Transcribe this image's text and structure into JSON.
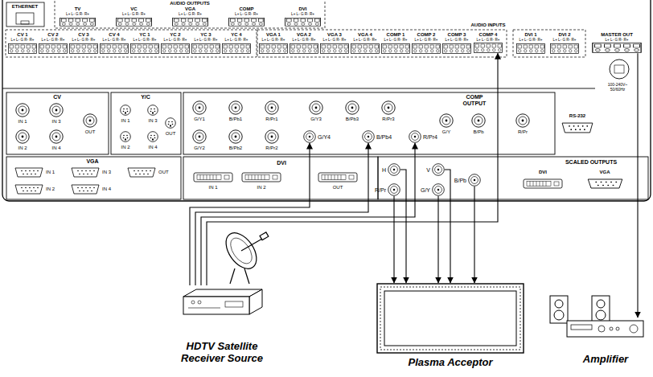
{
  "diagram": {
    "nodes": [
      {
        "text": [
          "COMP 4",
          "L+ L- G R- R+"
        ]
      },
      {
        "text": [
          "MASTER OUT",
          "L+ L- G R- R+"
        ]
      },
      {
        "text": [
          "G/Y4"
        ]
      },
      {
        "text": [
          "B/Pb4"
        ]
      },
      {
        "text": [
          "R/Pr4"
        ]
      },
      {
        "text": [
          "H"
        ]
      },
      {
        "text": [
          "V"
        ]
      },
      {
        "text": [
          "R/Pr"
        ]
      },
      {
        "text": [
          "G/Y"
        ]
      },
      {
        "text": [
          "B/Pb"
        ]
      },
      {
        "text": [
          "HDTV Satellite Receiver Source"
        ]
      },
      {
        "text": [
          "Plasma Acceptor"
        ]
      },
      {
        "text": [
          "Amplifier"
        ]
      }
    ],
    "edges": [
      {
        "from": 10,
        "to": 2,
        "arrow": "to"
      },
      {
        "from": 10,
        "to": 3,
        "arrow": "to"
      },
      {
        "from": 10,
        "to": 4,
        "arrow": "to"
      },
      {
        "from": 10,
        "to": 0,
        "arrow": "to"
      },
      {
        "from": 5,
        "to": 11,
        "arrow": "to"
      },
      {
        "from": 6,
        "to": 11,
        "arrow": "to"
      },
      {
        "from": 7,
        "to": 11,
        "arrow": "to"
      },
      {
        "from": 8,
        "to": 11,
        "arrow": "to"
      },
      {
        "from": 9,
        "to": 11,
        "arrow": "to"
      },
      {
        "from": 1,
        "to": 12,
        "arrow": "to"
      }
    ],
    "labels": [
      "ETHERNET",
      "AUDIO OUTPUTS",
      "TV",
      "L+ L- G R- R+",
      "VC",
      "L+ L- G R- R+",
      "VGA",
      "L+ L- G R- R+",
      "COMP",
      "L+ L- G R- R+",
      "DVI",
      "L+ L- G R- R+",
      "AUDIO INPUTS",
      "CV 1",
      "L+ L- G R- R+",
      "CV 2",
      "L+ L- G R- R+",
      "CV 3",
      "L+ L- G R- R+",
      "CV 4",
      "L+ L- G R- R+",
      "YC 1",
      "L+ L- G R- R+",
      "YC 2",
      "L+ L- G R- R+",
      "YC 3",
      "L+ L- G R- R+",
      "YC 4",
      "L+ L- G R- R+",
      "VGA 1",
      "L+ L- G R- R+",
      "VGA 2",
      "L+ L- G R- R+",
      "VGA 3",
      "L+ L- G R- R+",
      "VGA 4",
      "L+ L- G R- R+",
      "COMP 1",
      "L+ L- G R- R+",
      "COMP 2",
      "L+ L- G R- R+",
      "COMP 3",
      "L+ L- G R- R+",
      "DVI 1",
      "L+ L- G R- R+",
      "DVI 2",
      "L+ L- G R- R+",
      "100-240V~ 50/60Hz",
      "CV",
      "IN 1",
      "IN 3",
      "OUT",
      "IN 2",
      "IN 4",
      "Y/C",
      "IN 1",
      "IN 3",
      "OUT",
      "IN 2",
      "IN 4",
      "G/Y1",
      "B/Pb1",
      "R/Pr1",
      "G/Y3",
      "B/Pb3",
      "R/Pr3",
      "G/Y2",
      "B/Pb2",
      "R/Pr2",
      "COMP OUTPUT",
      "G/Y",
      "B/Pb",
      "R/Pr",
      "RS-232",
      "VGA",
      "IN 1",
      "IN 3",
      "OUT",
      "IN 2",
      "IN 4",
      "DVI",
      "IN 1",
      "IN 2",
      "OUT",
      "SCALED OUTPUTS",
      "DVI",
      "VGA"
    ]
  }
}
